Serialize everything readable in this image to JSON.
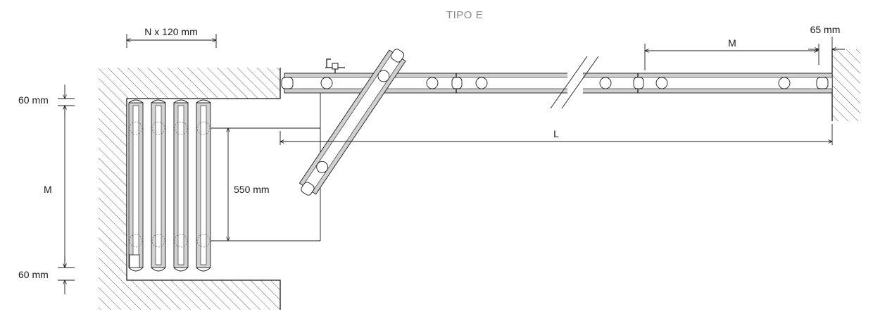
{
  "diagram": {
    "title": "TIPO E",
    "labels": {
      "top_width": "N x 120 mm",
      "right_gap": "65 mm",
      "right_m": "M",
      "total_length": "L",
      "top_gap": "60 mm",
      "bottom_gap": "60 mm",
      "left_m": "M",
      "panel_height": "550 mm"
    },
    "colors": {
      "line": "#1a1a1a",
      "panel_fill": "#c8c8c8",
      "title": "#8a8a8a"
    }
  }
}
